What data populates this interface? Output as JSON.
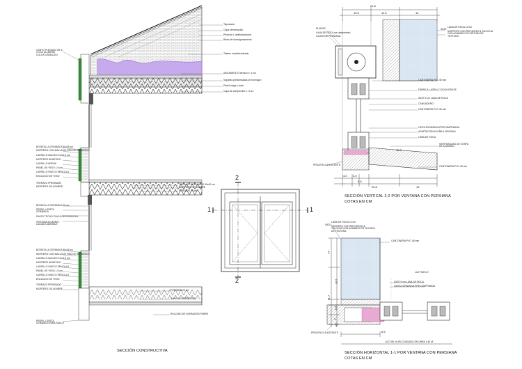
{
  "constructive_section": {
    "title": "SECCIÓN CONSTRUCTIVA",
    "roof_labels": [
      "Teja árabe",
      "Capa cementación",
      "Pieza de L desfinanciación",
      "Resto de hormigonamiento",
      "Tablero machihembrado",
      "AISLAMIENTO térmico e. 3 cm",
      "Viguetas prefabricadas de hormigón",
      "Pared ciega y solar",
      "Capa de compresión e. 5 cm"
    ],
    "left_top": "CANTO PLEGADO DE e. 0.4 cm ALUMINIO COLOR GRISÁCEO",
    "left_block1": [
      "BOVEDILLA CERÁMICA 50x25 cm",
      "MORTERO CON MALLA DE RED DE REFUERZO",
      "LADRILLO MACIZO 24x11.5 cm",
      "MORTERO ADHESIVO",
      "LADRILLO ARENA",
      "PANEL DE YESO 1.5 cm",
      "LADRILLO HUECO SENCILLO",
      "ENLUCIDO DE YESO"
    ],
    "mid_labels": [
      "TERRAZO PRENSADO 40x40 cm",
      "MORTERO DE AGARRE",
      "FORJADO 25 cm"
    ],
    "left_block2": [
      "BOVEDILLA CERÁMICA 25 cm",
      "PERFIL LOSETA CERÁMICA",
      "FALSO TECHO PLACA DE ESCAYOLA",
      "VENTANA ALUMINIO LACADO ABATIBLE"
    ],
    "left_block3": [
      "BOVEDILLA CERÁMICA 50x25 cm",
      "MORTERO CON MALLA DE RED DE REFUERZO",
      "LADRILLO MACIZO 24x11.5 cm",
      "MORTERO ADHESIVO",
      "LADRILLO HUECO SENCILLO",
      "PANEL DE YESO 1.5 cm",
      "LADRILLO HUECO SENCILLO",
      "ENLUCIDO DE YESO"
    ],
    "left_block4": [
      "TERRAZO PRENSADO",
      "MORTERO DE AGARRE"
    ],
    "bottom_labels": [
      "FORJADO 25 cm",
      "ZUNCHO PERIMETRAL",
      "RELLENO DE HORMIGÓN POBRE"
    ],
    "bottom_left": "PERFIL LOSETA CERÁMICA PARA SUELO"
  },
  "window_elevation": {
    "cut_labels": [
      "2",
      "1",
      "1",
      "2"
    ]
  },
  "vertical_section": {
    "title": "SECCIÓN VERTICAL 2-2 POR VENTANA CON PERSIANA",
    "subtitle": "COTAS EN CM",
    "top_dims": [
      "21.8",
      "10.5",
      "11.5",
      "14"
    ],
    "left_labels": [
      "PLADUR",
      "LANA DE ROCA con aislamiento",
      "CAJON DE PERSIANA"
    ],
    "right_top": [
      "SATE",
      "LANA DE ROCA 10 cm",
      "MORTERO CON REFUERZO & TALOCHA CON ACABADO EN PINTURA DE TEXTURA"
    ],
    "right_labels": [
      "CANTONERA PVC 45 mm",
      "FÁBRICA LADRILLO DOCHITENTE",
      "SATE 9 cm LANA DE ROCA",
      "CARGADERO",
      "CANTONERA PVC 45 mm",
      "CINTA EXPANSIVA PRECOMPRIMIDA",
      "ADAPTACIÓN ACUÑA A VENTANA",
      "LANA DE ROCA",
      "VIERTEAGUAS DE CHAPA DE ALUMINIO",
      "CANTONERA PVC 45 mm"
    ],
    "sill_dim": "39.8",
    "bottom_left": "PRECERCO EXISTENTE",
    "bottom_dims": [
      "4.0",
      "3.0",
      "6.5",
      "20.8",
      "14"
    ]
  },
  "horizontal_section": {
    "title": "SECCIÓN HORIZONTAL 1-1 POR VENTANA CON PERSIANA",
    "subtitle": "COTAS EN CM",
    "top_labels": [
      "SATE",
      "LANA DE ROCA 10 cm",
      "MORTERO CON REFUERZO & TALOCHA CON ACABADO EN PINTURA DE TEXTURA"
    ],
    "right_labels": [
      "CANTONERA PVC 45 mm",
      "LUZ HUECO",
      "SATE 9 cm LANA DE ROCA",
      "CINTA EXPANSIVA PRECOMPRIMIDA"
    ],
    "left_dims": [
      "14",
      "10.5",
      "11.7",
      "9.3",
      "3",
      "4.5"
    ],
    "bottom_label": "PRECERCO EXISTENTE",
    "bottom_dim": "6.5",
    "bottom_note": "LUZ DEL HUECO MEDIDO EN OBRA 1.44 M"
  }
}
